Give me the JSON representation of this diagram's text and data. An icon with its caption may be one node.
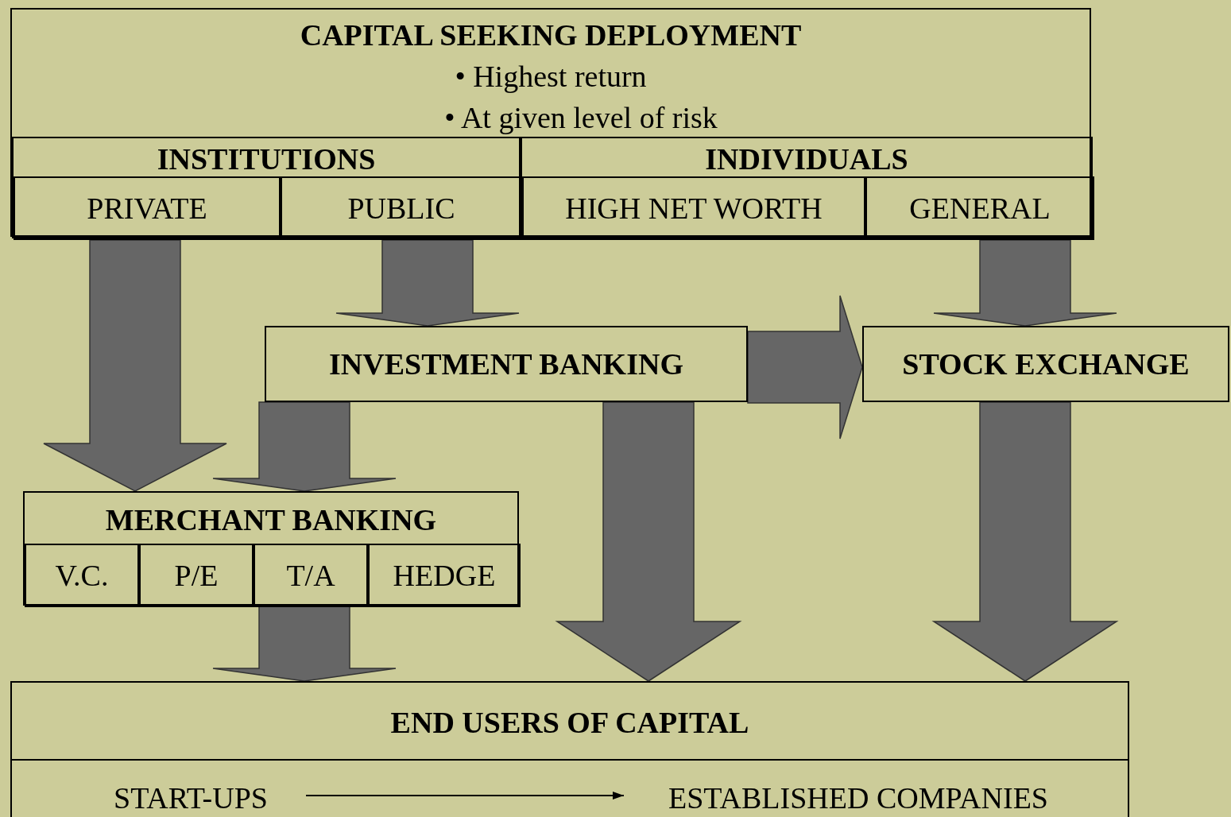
{
  "diagram": {
    "nodes": [
      {
        "text": [
          "CAPITAL SEEKING DEPLOYMENT",
          "• Highest return",
          "• At given level of risk"
        ]
      },
      {
        "text": [
          "INSTITUTIONS"
        ],
        "in": 0
      },
      {
        "text": [
          "PRIVATE"
        ],
        "in": 1
      },
      {
        "text": [
          "PUBLIC"
        ],
        "in": 1
      },
      {
        "text": [
          "INDIVIDUALS"
        ],
        "in": 0
      },
      {
        "text": [
          "HIGH NET WORTH"
        ],
        "in": 4
      },
      {
        "text": [
          "GENERAL"
        ],
        "in": 4
      },
      {
        "text": [
          "INVESTMENT BANKING"
        ]
      },
      {
        "text": [
          "STOCK EXCHANGE"
        ]
      },
      {
        "text": [
          "MERCHANT BANKING"
        ]
      },
      {
        "text": [
          "V.C."
        ],
        "in": 9
      },
      {
        "text": [
          "P/E"
        ],
        "in": 9
      },
      {
        "text": [
          "T/A"
        ],
        "in": 9
      },
      {
        "text": [
          "HEDGE"
        ],
        "in": 9
      },
      {
        "text": [
          "END USERS OF CAPITAL"
        ]
      },
      {
        "text": [
          "START-UPS"
        ],
        "in": 14
      },
      {
        "text": [
          "ESTABLISHED COMPANIES"
        ],
        "in": 14
      }
    ],
    "edges": [
      {
        "from": 2,
        "to": 9,
        "arrow": "to",
        "style": "thick"
      },
      {
        "from": 3,
        "to": 7,
        "arrow": "to",
        "style": "thick"
      },
      {
        "from": 6,
        "to": 8,
        "arrow": "to",
        "style": "thick"
      },
      {
        "from": 7,
        "to": 8,
        "arrow": "to",
        "style": "thick"
      },
      {
        "from": 7,
        "to": 9,
        "arrow": "to",
        "style": "thick"
      },
      {
        "from": 9,
        "to": 14,
        "arrow": "to",
        "style": "thick"
      },
      {
        "from": 7,
        "to": 14,
        "arrow": "to",
        "style": "thick"
      },
      {
        "from": 8,
        "to": 14,
        "arrow": "to",
        "style": "thick"
      },
      {
        "from": 15,
        "to": 16,
        "arrow": "to",
        "color": "#000000"
      }
    ]
  }
}
